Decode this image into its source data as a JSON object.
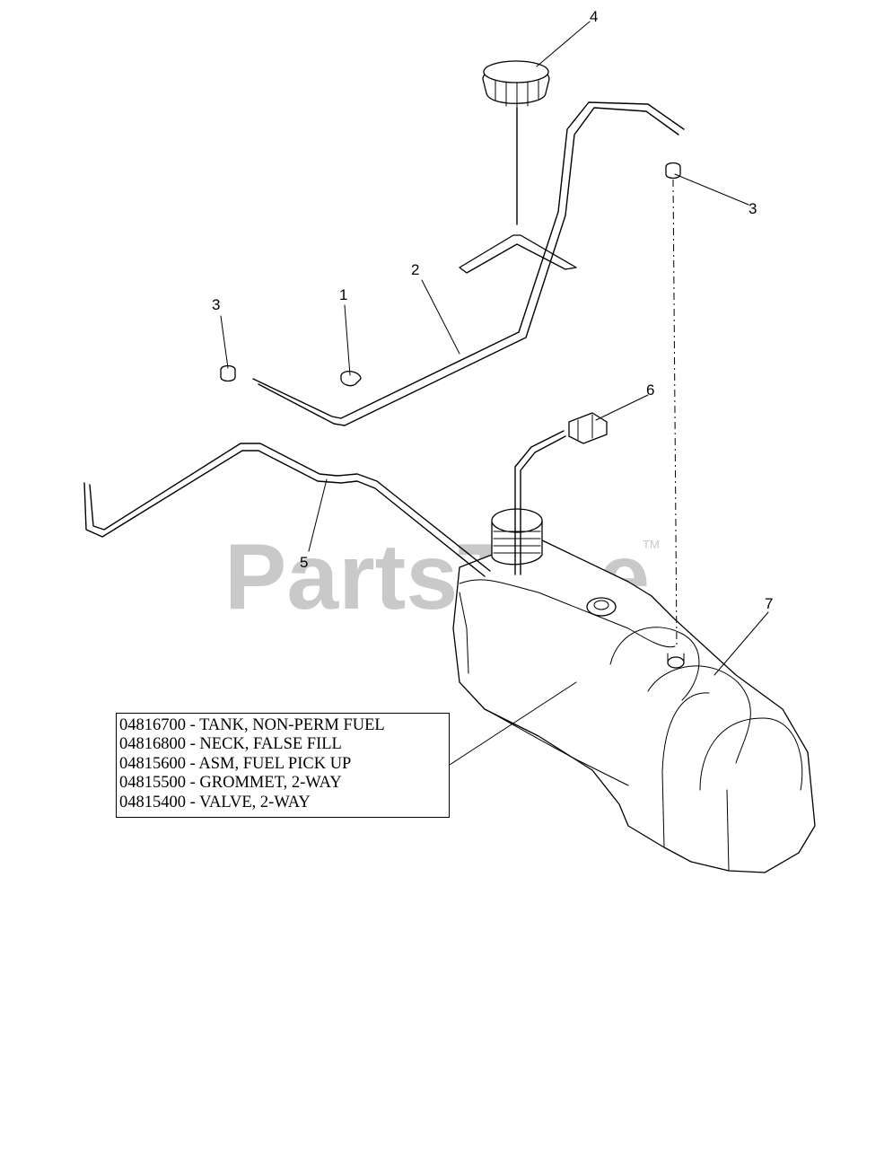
{
  "watermark": {
    "brand": "PartsTree",
    "trademark": "TM"
  },
  "callouts": [
    {
      "label": "4"
    },
    {
      "label": "3"
    },
    {
      "label": "2"
    },
    {
      "label": "3"
    },
    {
      "label": "1"
    },
    {
      "label": "6"
    },
    {
      "label": "5"
    },
    {
      "label": "7"
    }
  ],
  "legend": {
    "rows": [
      "04816700 - TANK, NON-PERM FUEL",
      "04816800 - NECK, FALSE FILL",
      "04815600 - ASM, FUEL PICK UP",
      "04815500 - GROMMET, 2-WAY",
      "04815400 - VALVE, 2-WAY"
    ]
  }
}
